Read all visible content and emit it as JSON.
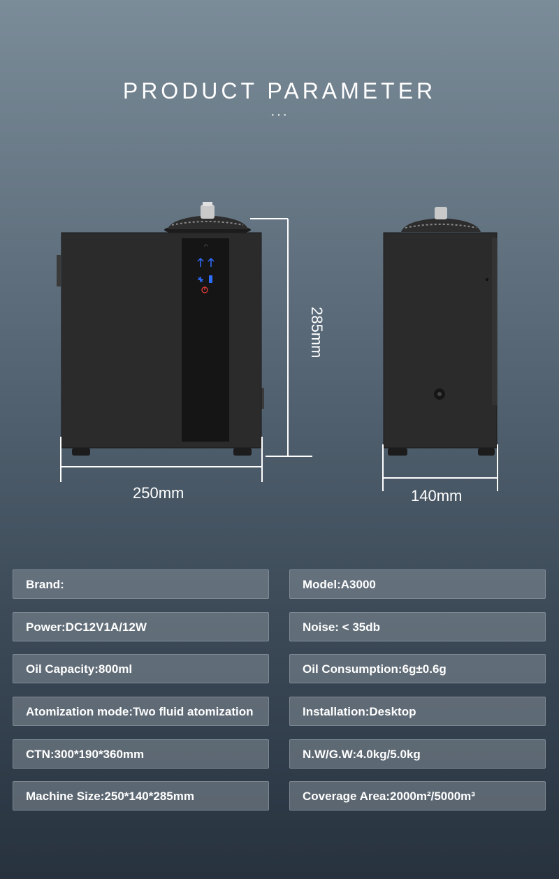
{
  "header": {
    "title": "PRODUCT PARAMETER",
    "dots": "···"
  },
  "dimensions": {
    "height_label": "285mm",
    "width_label": "250mm",
    "depth_label": "140mm"
  },
  "specs": [
    {
      "label": "Brand:"
    },
    {
      "label": "Model:A3000"
    },
    {
      "label": "Power:DC12V1A/12W"
    },
    {
      "label": "Noise: < 35db"
    },
    {
      "label": "Oil Capacity:800ml"
    },
    {
      "label": "Oil Consumption:6g±0.6g"
    },
    {
      "label": "Atomization mode:Two fluid atomization"
    },
    {
      "label": "Installation:Desktop"
    },
    {
      "label": "CTN:300*190*360mm"
    },
    {
      "label": "N.W/G.W:4.0kg/5.0kg"
    },
    {
      "label": "Machine Size:250*140*285mm"
    },
    {
      "label": "Coverage Area:2000m²/5000m³"
    }
  ],
  "colors": {
    "device_body": "#2a2a2a",
    "panel": "#1a1a1a",
    "touch_icons": "#2f6dff",
    "power_icon": "#e23a3a"
  },
  "icons": [
    "up-arrow-icon",
    "fan-icon",
    "power-icon",
    "wifi-icon",
    "button-icon"
  ]
}
